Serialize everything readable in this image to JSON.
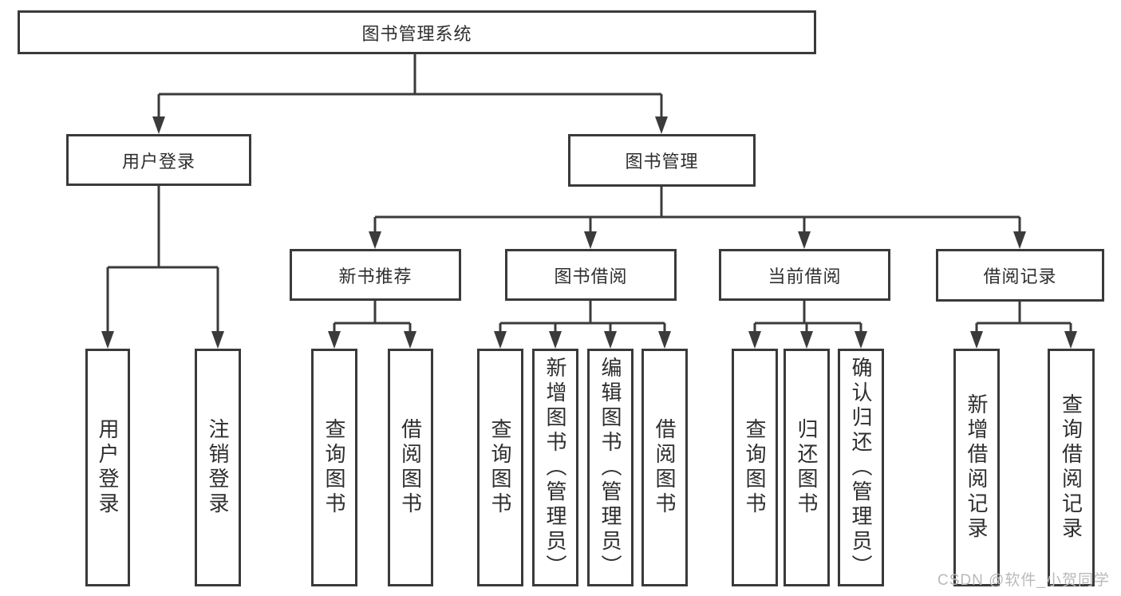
{
  "diagram": {
    "title": "图书管理系统",
    "watermark": "CSDN @软件_小贺同学",
    "colors": {
      "line": "#3b3b3b",
      "box_border": "#3a3a3a",
      "box_fill": "#ffffff",
      "text": "#2e2e2e",
      "watermark": "#b9b9b9",
      "background": "#ffffff"
    },
    "nodes": [
      {
        "id": "root",
        "level": 1,
        "label": "图书管理系统"
      },
      {
        "id": "user-login",
        "level": 2,
        "label": "用户登录"
      },
      {
        "id": "book-management",
        "level": 2,
        "label": "图书管理"
      },
      {
        "id": "new-book-recommend",
        "level": 3,
        "label": "新书推荐"
      },
      {
        "id": "book-borrow",
        "level": 3,
        "label": "图书借阅"
      },
      {
        "id": "current-borrow",
        "level": 3,
        "label": "当前借阅"
      },
      {
        "id": "borrow-records",
        "level": 3,
        "label": "借阅记录"
      },
      {
        "id": "user-login-leaf",
        "level": 4,
        "label": "用户登录"
      },
      {
        "id": "logout",
        "level": 4,
        "label": "注销登录"
      },
      {
        "id": "query-book-1",
        "level": 4,
        "label": "查询图书"
      },
      {
        "id": "borrow-book-1",
        "level": 4,
        "label": "借阅图书"
      },
      {
        "id": "query-book-2",
        "level": 4,
        "label": "查询图书"
      },
      {
        "id": "add-book-admin",
        "level": 4,
        "label": "新增图书（管理员）"
      },
      {
        "id": "edit-book-admin",
        "level": 4,
        "label": "编辑图书（管理员）"
      },
      {
        "id": "borrow-book-2",
        "level": 4,
        "label": "借阅图书"
      },
      {
        "id": "query-book-3",
        "level": 4,
        "label": "查询图书"
      },
      {
        "id": "return-book",
        "level": 4,
        "label": "归还图书"
      },
      {
        "id": "confirm-return-admin",
        "level": 4,
        "label": "确认归还（管理员）"
      },
      {
        "id": "add-borrow-record",
        "level": 4,
        "label": "新增借阅记录"
      },
      {
        "id": "query-borrow-record",
        "level": 4,
        "label": "查询借阅记录"
      }
    ],
    "edges": [
      [
        "root",
        "user-login"
      ],
      [
        "root",
        "book-management"
      ],
      [
        "user-login",
        "user-login-leaf"
      ],
      [
        "user-login",
        "logout"
      ],
      [
        "book-management",
        "new-book-recommend"
      ],
      [
        "book-management",
        "book-borrow"
      ],
      [
        "book-management",
        "current-borrow"
      ],
      [
        "book-management",
        "borrow-records"
      ],
      [
        "new-book-recommend",
        "query-book-1"
      ],
      [
        "new-book-recommend",
        "borrow-book-1"
      ],
      [
        "book-borrow",
        "query-book-2"
      ],
      [
        "book-borrow",
        "add-book-admin"
      ],
      [
        "book-borrow",
        "edit-book-admin"
      ],
      [
        "book-borrow",
        "borrow-book-2"
      ],
      [
        "current-borrow",
        "query-book-3"
      ],
      [
        "current-borrow",
        "return-book"
      ],
      [
        "current-borrow",
        "confirm-return-admin"
      ],
      [
        "borrow-records",
        "add-borrow-record"
      ],
      [
        "borrow-records",
        "query-borrow-record"
      ]
    ]
  }
}
